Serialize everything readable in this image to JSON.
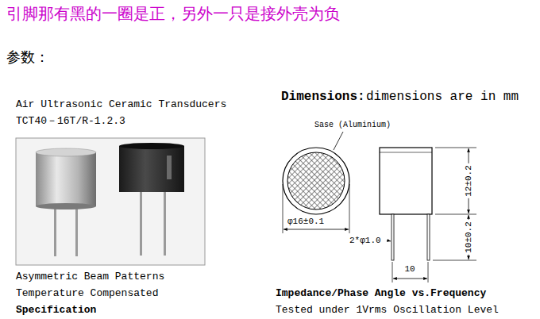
{
  "diagram": {
    "labels": [
      "引脚那有黑的一圈是正，另外一只是接外壳为负",
      "参数：",
      "Air Ultrasonic Ceramic Transducers",
      "TCT40－16T/R-1.2.3",
      "Asymmetric Beam Patterns",
      "Temperature Compensated",
      "Specification",
      "Dimensions:",
      "dimensions are in mm",
      "Sase (Aluminium)",
      "φ16±0.1",
      "2*φ1.0",
      "12±0.2",
      "10±0.2",
      "10",
      "Impedance/Phase Angle vs.Frequency",
      "Tested under 1Vrms Oscillation Level"
    ]
  }
}
